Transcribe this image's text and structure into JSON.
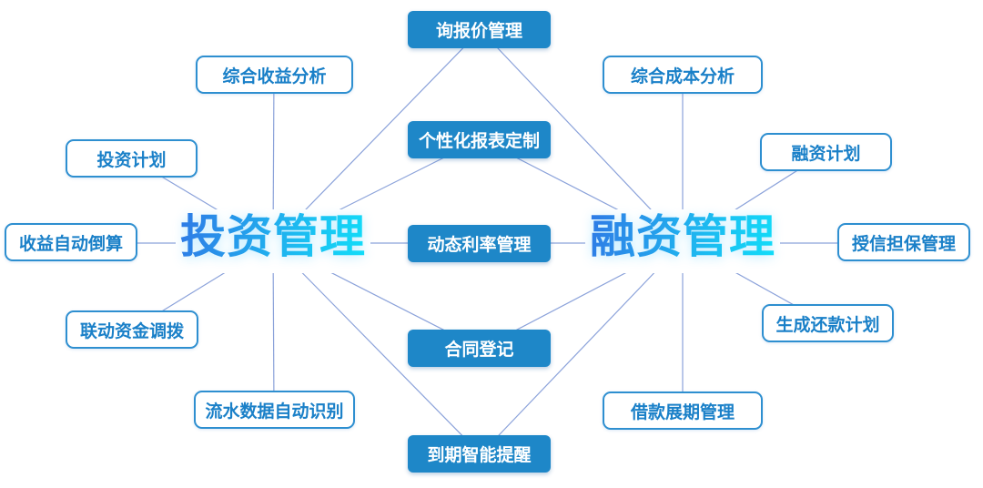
{
  "diagram": {
    "center_left": {
      "label": "投资管理"
    },
    "center_right": {
      "label": "融资管理"
    },
    "shared_nodes": [
      {
        "label": "询报价管理"
      },
      {
        "label": "个性化报表定制"
      },
      {
        "label": "动态利率管理"
      },
      {
        "label": "合同登记"
      },
      {
        "label": "到期智能提醒"
      }
    ],
    "left_nodes": [
      {
        "label": "综合收益分析"
      },
      {
        "label": "投资计划"
      },
      {
        "label": "收益自动倒算"
      },
      {
        "label": "联动资金调拨"
      },
      {
        "label": "流水数据自动识别"
      }
    ],
    "right_nodes": [
      {
        "label": "综合成本分析"
      },
      {
        "label": "融资计划"
      },
      {
        "label": "授信担保管理"
      },
      {
        "label": "生成还款计划"
      },
      {
        "label": "借款展期管理"
      }
    ],
    "colors": {
      "shared_node_fill": "#1e87c8",
      "shared_node_text": "#ffffff",
      "branch_node_border": "#2e8fd0",
      "branch_node_text": "#1a80c8",
      "connector_line": "#8ba2da",
      "title_gradient_start": "#2e7de6",
      "title_gradient_end": "#12dbf8",
      "background": "#ffffff"
    }
  }
}
